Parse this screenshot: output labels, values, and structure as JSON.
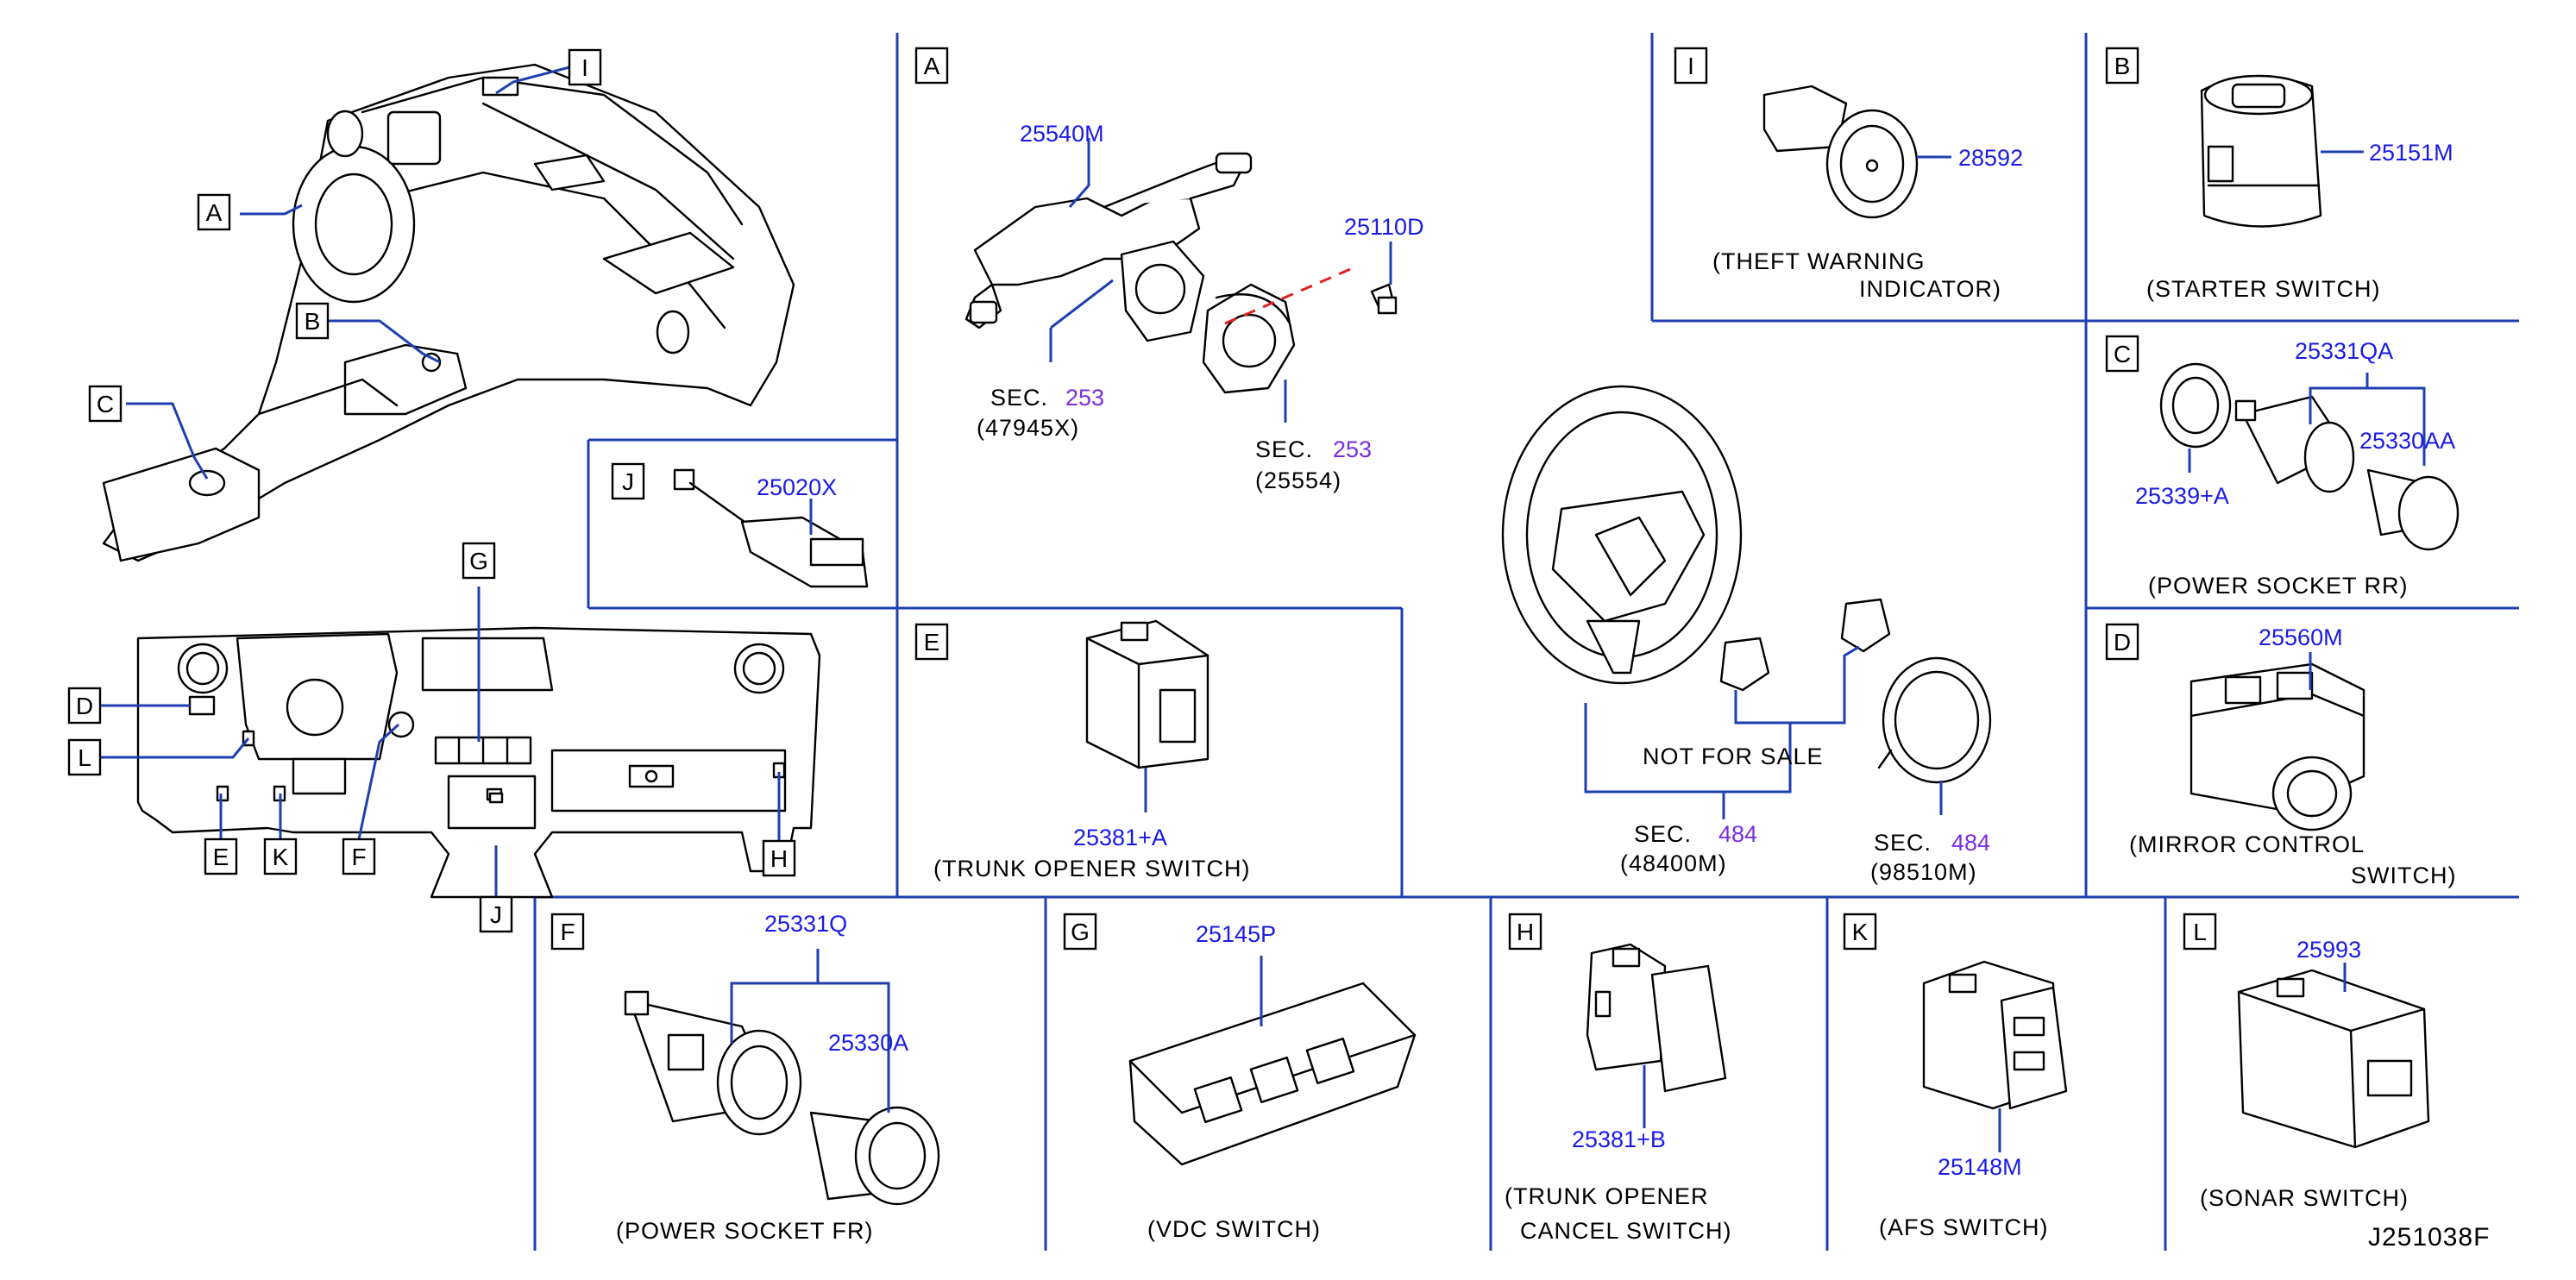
{
  "diagram_id": "J251038F",
  "overview_labels": [
    "I",
    "A",
    "B",
    "C",
    "G",
    "D",
    "L",
    "E",
    "K",
    "F",
    "H",
    "J"
  ],
  "panels": {
    "A": {
      "letter": "A",
      "parts": [
        "25540M",
        "25110D"
      ],
      "sec1": {
        "prefix": "SEC.",
        "num": "253",
        "sub": "(47945X)"
      },
      "sec2": {
        "prefix": "SEC.",
        "num": "253",
        "sub": "(25554)"
      }
    },
    "J": {
      "letter": "J",
      "part": "25020X"
    },
    "I": {
      "letter": "I",
      "part": "28592",
      "caption1": "(THEFT WARNING",
      "caption2": "INDICATOR)"
    },
    "B": {
      "letter": "B",
      "part": "25151M",
      "caption": "(STARTER SWITCH)"
    },
    "C": {
      "letter": "C",
      "parts": [
        "25331QA",
        "25330AA",
        "25339+A"
      ],
      "caption": "(POWER SOCKET RR)"
    },
    "D": {
      "letter": "D",
      "part": "25560M",
      "caption1": "(MIRROR CONTROL",
      "caption2": "SWITCH)"
    },
    "E": {
      "letter": "E",
      "part": "25381+A",
      "caption": "(TRUNK OPENER SWITCH)"
    },
    "wheel": {
      "note": "NOT FOR SALE",
      "sec1": {
        "prefix": "SEC.",
        "num": "484",
        "sub": "(48400M)"
      },
      "sec2": {
        "prefix": "SEC.",
        "num": "484",
        "sub": "(98510M)"
      }
    },
    "F": {
      "letter": "F",
      "parts": [
        "25331Q",
        "25330A"
      ],
      "caption": "(POWER SOCKET FR)"
    },
    "G": {
      "letter": "G",
      "part": "25145P",
      "caption": "(VDC SWITCH)"
    },
    "H": {
      "letter": "H",
      "part": "25381+B",
      "caption1": "(TRUNK OPENER",
      "caption2": "CANCEL SWITCH)"
    },
    "K": {
      "letter": "K",
      "part": "25148M",
      "caption": "(AFS SWITCH)"
    },
    "L": {
      "letter": "L",
      "part": "25993",
      "caption": "(SONAR SWITCH)"
    }
  }
}
